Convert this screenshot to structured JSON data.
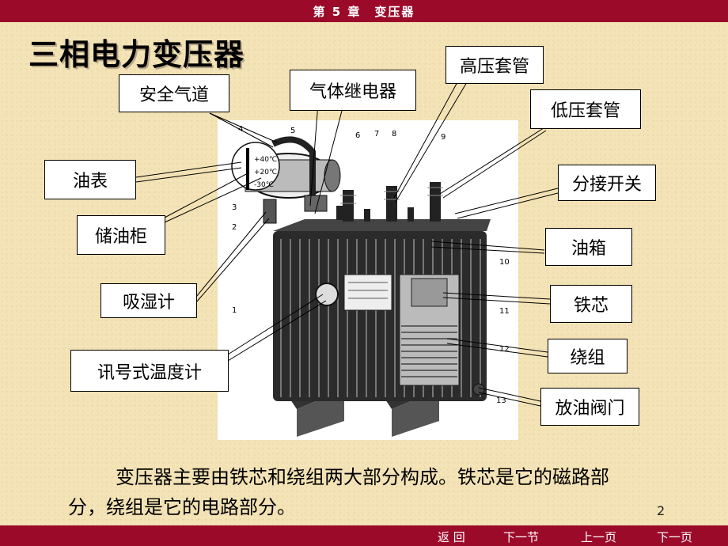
{
  "header": {
    "chapter": "第 5 章　变压器"
  },
  "title": "三相电力变压器",
  "labels": {
    "safety_airway": "安全气道",
    "gas_relay": "气体继电器",
    "hv_bushing": "高压套管",
    "lv_bushing": "低压套管",
    "oil_gauge": "油表",
    "conservator": "储油柜",
    "tap_changer": "分接开关",
    "oil_tank": "油箱",
    "breather": "吸湿计",
    "iron_core": "铁芯",
    "winding": "绕组",
    "signal_thermometer": "讯号式温度计",
    "drain_valve": "放油阀门"
  },
  "body_text": "变压器主要由铁芯和绕组两大部分构成。铁芯是它的磁路部分，绕组是它的电路部分。",
  "page_number": "2",
  "nav": {
    "back": "返 回",
    "next_section": "下一节",
    "prev_page": "上一页",
    "next_page": "下一页"
  },
  "figure": {
    "numbers": [
      "1",
      "2",
      "3",
      "4",
      "5",
      "6",
      "7",
      "8",
      "9",
      "10",
      "11",
      "12",
      "13"
    ],
    "gauge_marks": [
      "+40℃",
      "+20℃",
      "-30℃"
    ]
  },
  "colors": {
    "bar": "#9c0a2a",
    "background": "#f3e3b6"
  }
}
